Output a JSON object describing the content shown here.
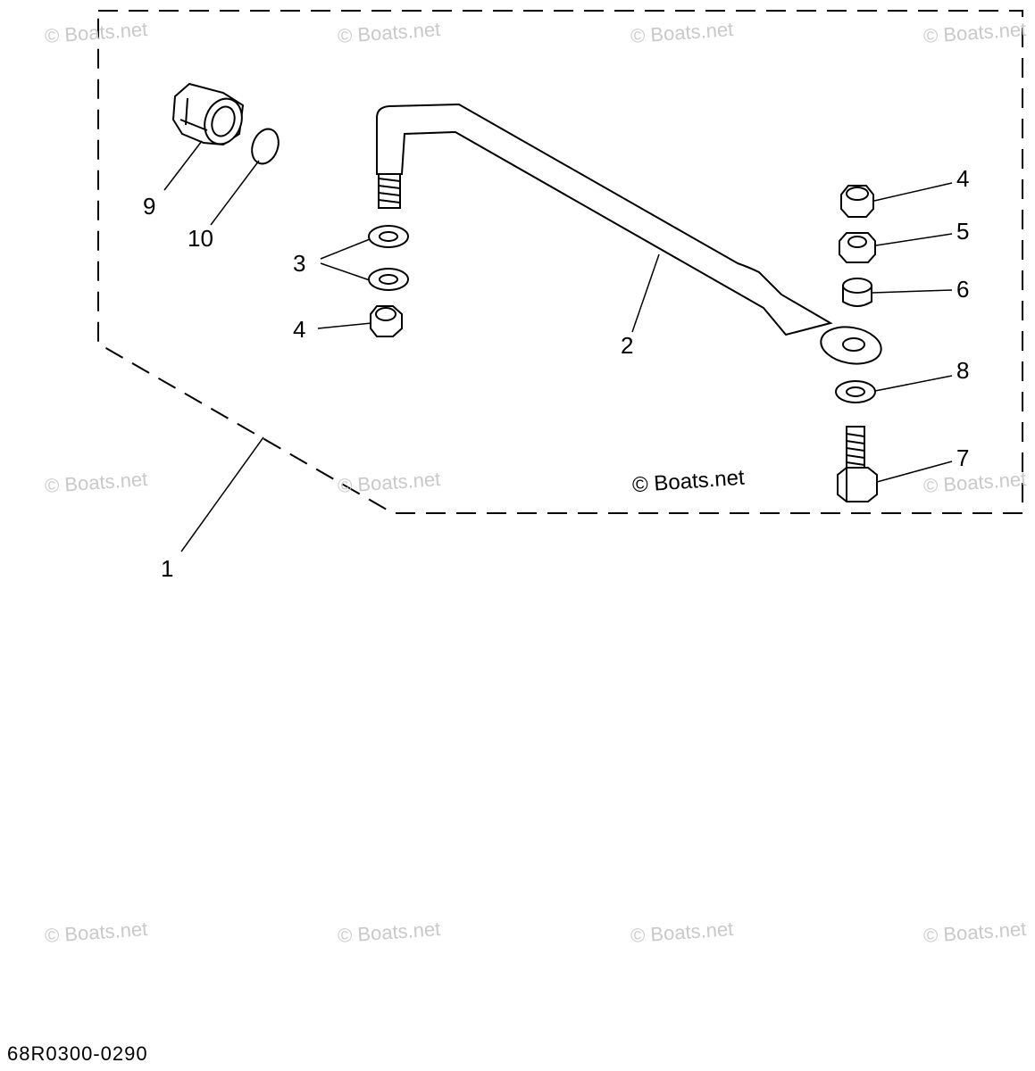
{
  "watermark": "© Boats.net",
  "copyright": "© Boats.net",
  "drawing_id": "68R0300-0290",
  "callouts": {
    "c1": "1",
    "c2": "2",
    "c3": "3",
    "c4a": "4",
    "c4b": "4",
    "c5": "5",
    "c6": "6",
    "c7": "7",
    "c8": "8",
    "c9": "9",
    "c10": "10"
  }
}
